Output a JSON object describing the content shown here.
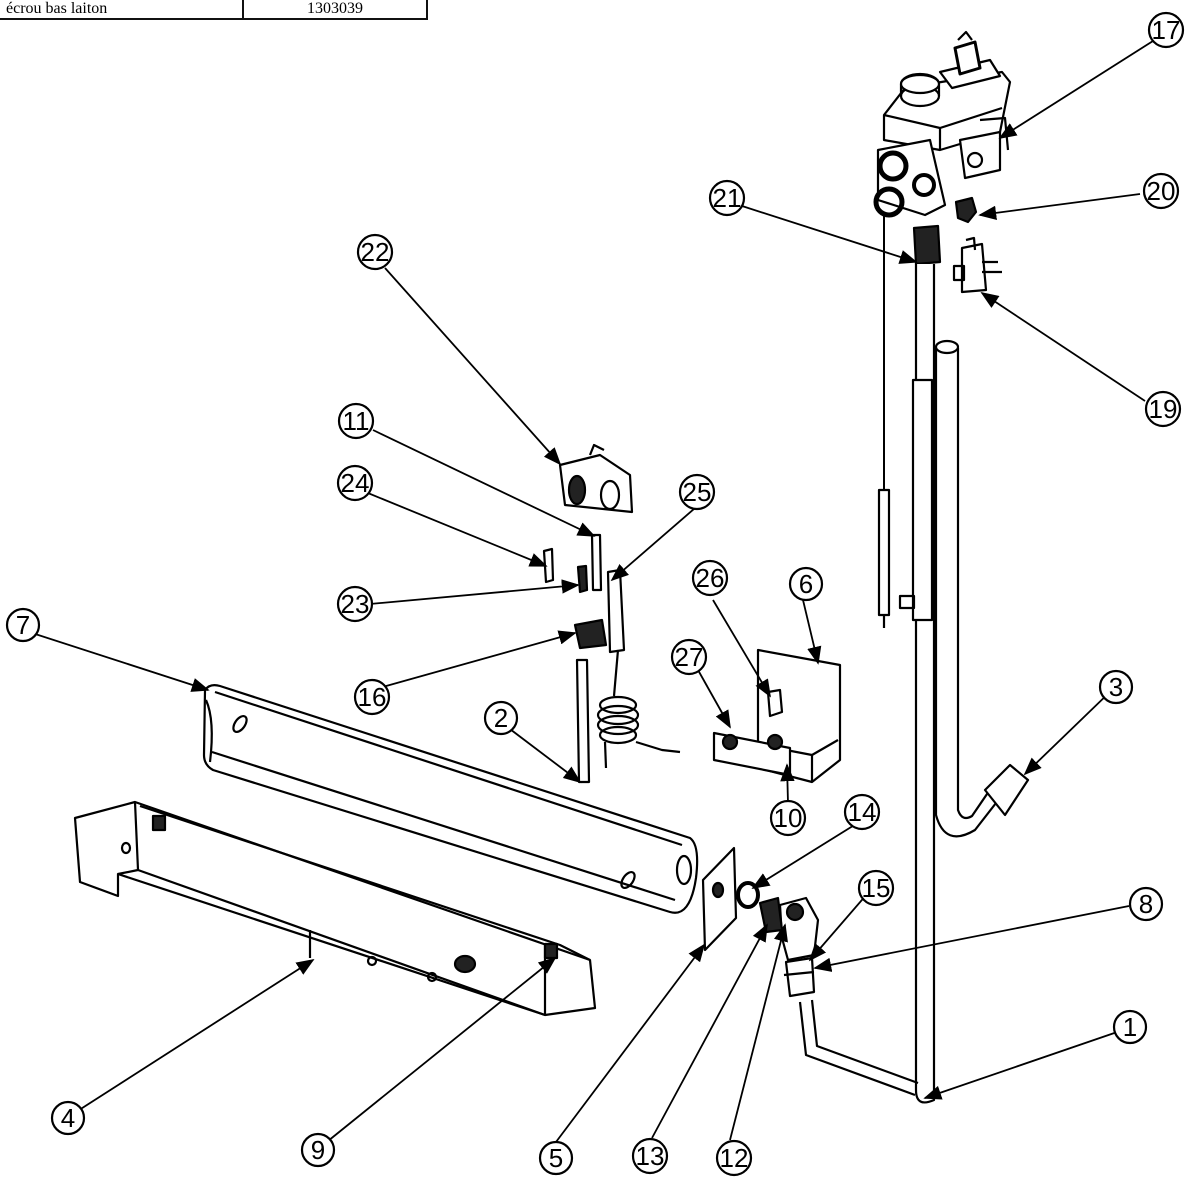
{
  "table_row": {
    "description": "écrou bas laiton",
    "part_number": "1303039"
  },
  "callouts": {
    "1": "1",
    "2": "2",
    "3": "3",
    "4": "4",
    "5": "5",
    "6": "6",
    "7": "7",
    "8": "8",
    "9": "9",
    "10": "10",
    "11": "11",
    "12": "12",
    "13": "13",
    "14": "14",
    "15": "15",
    "16": "16",
    "17": "17",
    "19": "19",
    "20": "20",
    "21": "21",
    "22": "22",
    "23": "23",
    "24": "24",
    "25": "25",
    "26": "26",
    "27": "27"
  }
}
